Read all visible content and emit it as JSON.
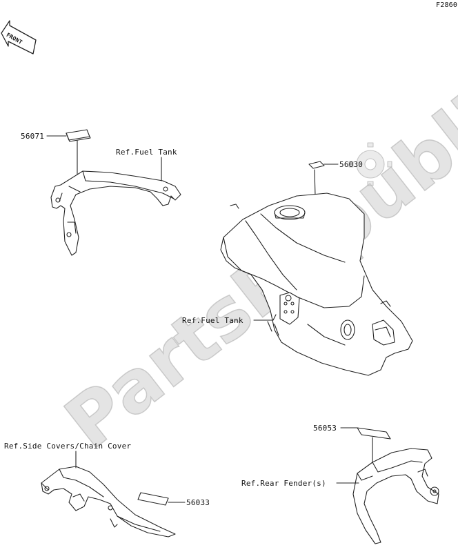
{
  "figure_code": "F2860",
  "front_arrow": "FRONT",
  "watermark": "PartsRepublik",
  "parts": {
    "p56071": "56071",
    "p56030": "56030",
    "p56033": "56033",
    "p56053": "56053"
  },
  "refs": {
    "fuel_tank_top": "Ref.Fuel Tank",
    "fuel_tank_mid": "Ref.Fuel Tank",
    "side_covers": "Ref.Side Covers/Chain Cover",
    "rear_fender": "Ref.Rear Fender(s)"
  }
}
